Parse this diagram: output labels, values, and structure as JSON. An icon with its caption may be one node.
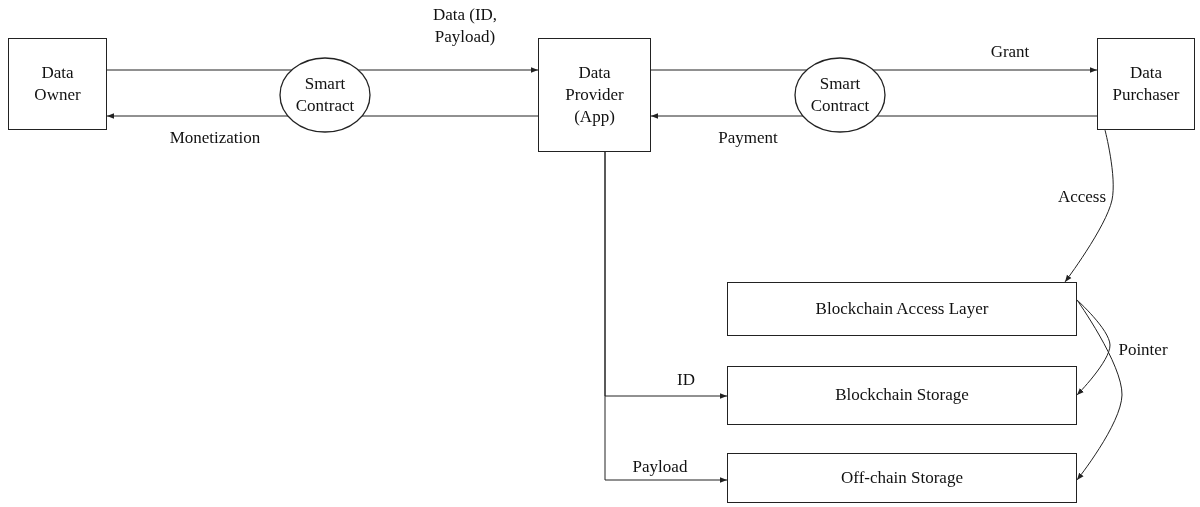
{
  "diagram": {
    "nodes": [
      {
        "text": [
          "Data Owner"
        ]
      },
      {
        "text": [
          "Smart Contract"
        ]
      },
      {
        "text": [
          "Data Provider (App)"
        ]
      },
      {
        "text": [
          "Smart Contract"
        ]
      },
      {
        "text": [
          "Data Purchaser"
        ]
      },
      {
        "text": [
          "Blockchain Access Layer"
        ]
      },
      {
        "text": [
          "Blockchain Storage"
        ]
      },
      {
        "text": [
          "Off-chain Storage"
        ]
      }
    ],
    "edges": [
      {
        "from": 0,
        "to": 1,
        "arrow": "none"
      },
      {
        "from": 1,
        "to": 2,
        "arrow": "to",
        "label": "Data (ID, Payload)"
      },
      {
        "from": 2,
        "to": 1,
        "arrow": "none"
      },
      {
        "from": 1,
        "to": 0,
        "arrow": "to",
        "label": "Monetization"
      },
      {
        "from": 2,
        "to": 3,
        "arrow": "none"
      },
      {
        "from": 3,
        "to": 4,
        "arrow": "to",
        "label": "Grant"
      },
      {
        "from": 4,
        "to": 3,
        "arrow": "none"
      },
      {
        "from": 3,
        "to": 2,
        "arrow": "to",
        "label": "Payment"
      },
      {
        "from": 4,
        "to": 5,
        "arrow": "to",
        "label": "Access"
      },
      {
        "from": 5,
        "to": 6,
        "arrow": "to",
        "label": "Pointer"
      },
      {
        "from": 5,
        "to": 7,
        "arrow": "to"
      },
      {
        "from": 2,
        "to": 6,
        "arrow": "to",
        "label": "ID"
      },
      {
        "from": 2,
        "to": 7,
        "arrow": "to",
        "label": "Payload"
      }
    ]
  }
}
